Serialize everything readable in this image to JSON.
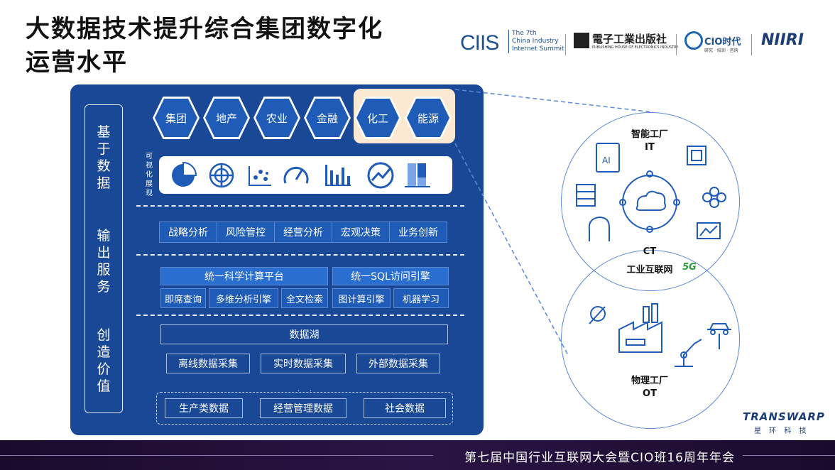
{
  "title": {
    "line1": "大数据技术提升综合集团数字化",
    "line2": "运营水平"
  },
  "logos": {
    "ciis": "CIIS",
    "ciis_sub": [
      "The 7th",
      "China Industry",
      "Internet Summit"
    ],
    "publisher": "電子工業出版社",
    "publisher_sub": "PUBLISHING HOUSE OF ELECTRONICS INDUSTRY",
    "cio": "CIO时代",
    "cio_sub": "研究 · 培训 · 咨询",
    "niiri": "NIIRI"
  },
  "left_bar": [
    "基于数据",
    "输出服务",
    "创造价值"
  ],
  "industries": [
    "集团",
    "地产",
    "农业",
    "金融",
    "化工",
    "能源"
  ],
  "viz_label": "可视化展现",
  "viz_icons": [
    "pie-chart-icon",
    "radar-icon",
    "scatter-icon",
    "gauge-icon",
    "bar-chart-icon",
    "trend-icon",
    "block-chart-icon"
  ],
  "analysis": [
    "战略分析",
    "风险管控",
    "经营分析",
    "宏观决策",
    "业务创新"
  ],
  "platforms": {
    "compute": "统一科学计算平台",
    "sql": "统一SQL访问引擎"
  },
  "engines": [
    "即席查询",
    "多维分析引擎",
    "全文检索",
    "图计算引擎",
    "机器学习"
  ],
  "data_lake": "数据湖",
  "collection": [
    "离线数据采集",
    "实时数据采集",
    "外部数据采集"
  ],
  "sources": [
    "生产类数据",
    "经营管理数据",
    "社会数据"
  ],
  "diagram": {
    "it_title": "智能工厂",
    "it_sub": "IT",
    "ct_title": "CT",
    "ct_sub": "工业互联网",
    "ct_badge": "5G",
    "ot_title": "物理工厂",
    "ot_sub": "OT"
  },
  "brand": {
    "name": "TRANSWARP",
    "sub": "星 环 科 技"
  },
  "footer": "第七届中国行业互联网大会暨CIO班16周年年会",
  "colors": {
    "panel": "#184896",
    "button": "#1f5cb8",
    "highlight": "#fbe9d4",
    "circle": "#5b8ad6"
  }
}
